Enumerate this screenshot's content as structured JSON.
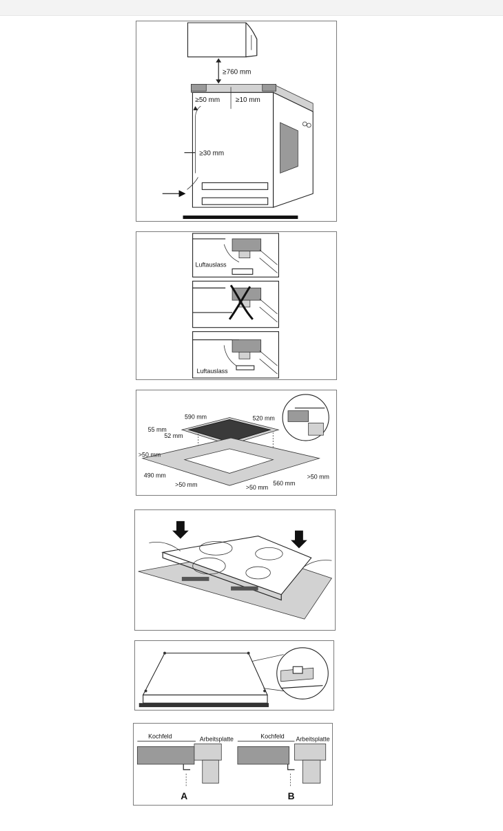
{
  "diagram1": {
    "dim_top": "≥760 mm",
    "dim_left": "≥50 mm",
    "dim_right": "≥10 mm",
    "dim_side": "≥30 mm"
  },
  "diagram2": {
    "outlet_label_1": "Luftauslass",
    "outlet_label_2": "Luftauslass"
  },
  "diagram3": {
    "dim_width": "590 mm",
    "dim_depth": "520 mm",
    "dim_height_total": "55 mm",
    "dim_height_built": "52 mm",
    "dim_left_margin": ">50 mm",
    "dim_cutout_depth": "490 mm",
    "dim_front_margin": ">50 mm",
    "dim_front_margin_2": ">50 mm",
    "dim_cutout_width": "560 mm",
    "dim_right_margin": ">50 mm"
  },
  "diagram6": {
    "label_hob_a": "Kochfeld",
    "label_worktop_a": "Arbeitsplatte",
    "label_hob_b": "Kochfeld",
    "label_worktop_b": "Arbeitsplatte",
    "variant_a": "A",
    "variant_b": "B"
  }
}
